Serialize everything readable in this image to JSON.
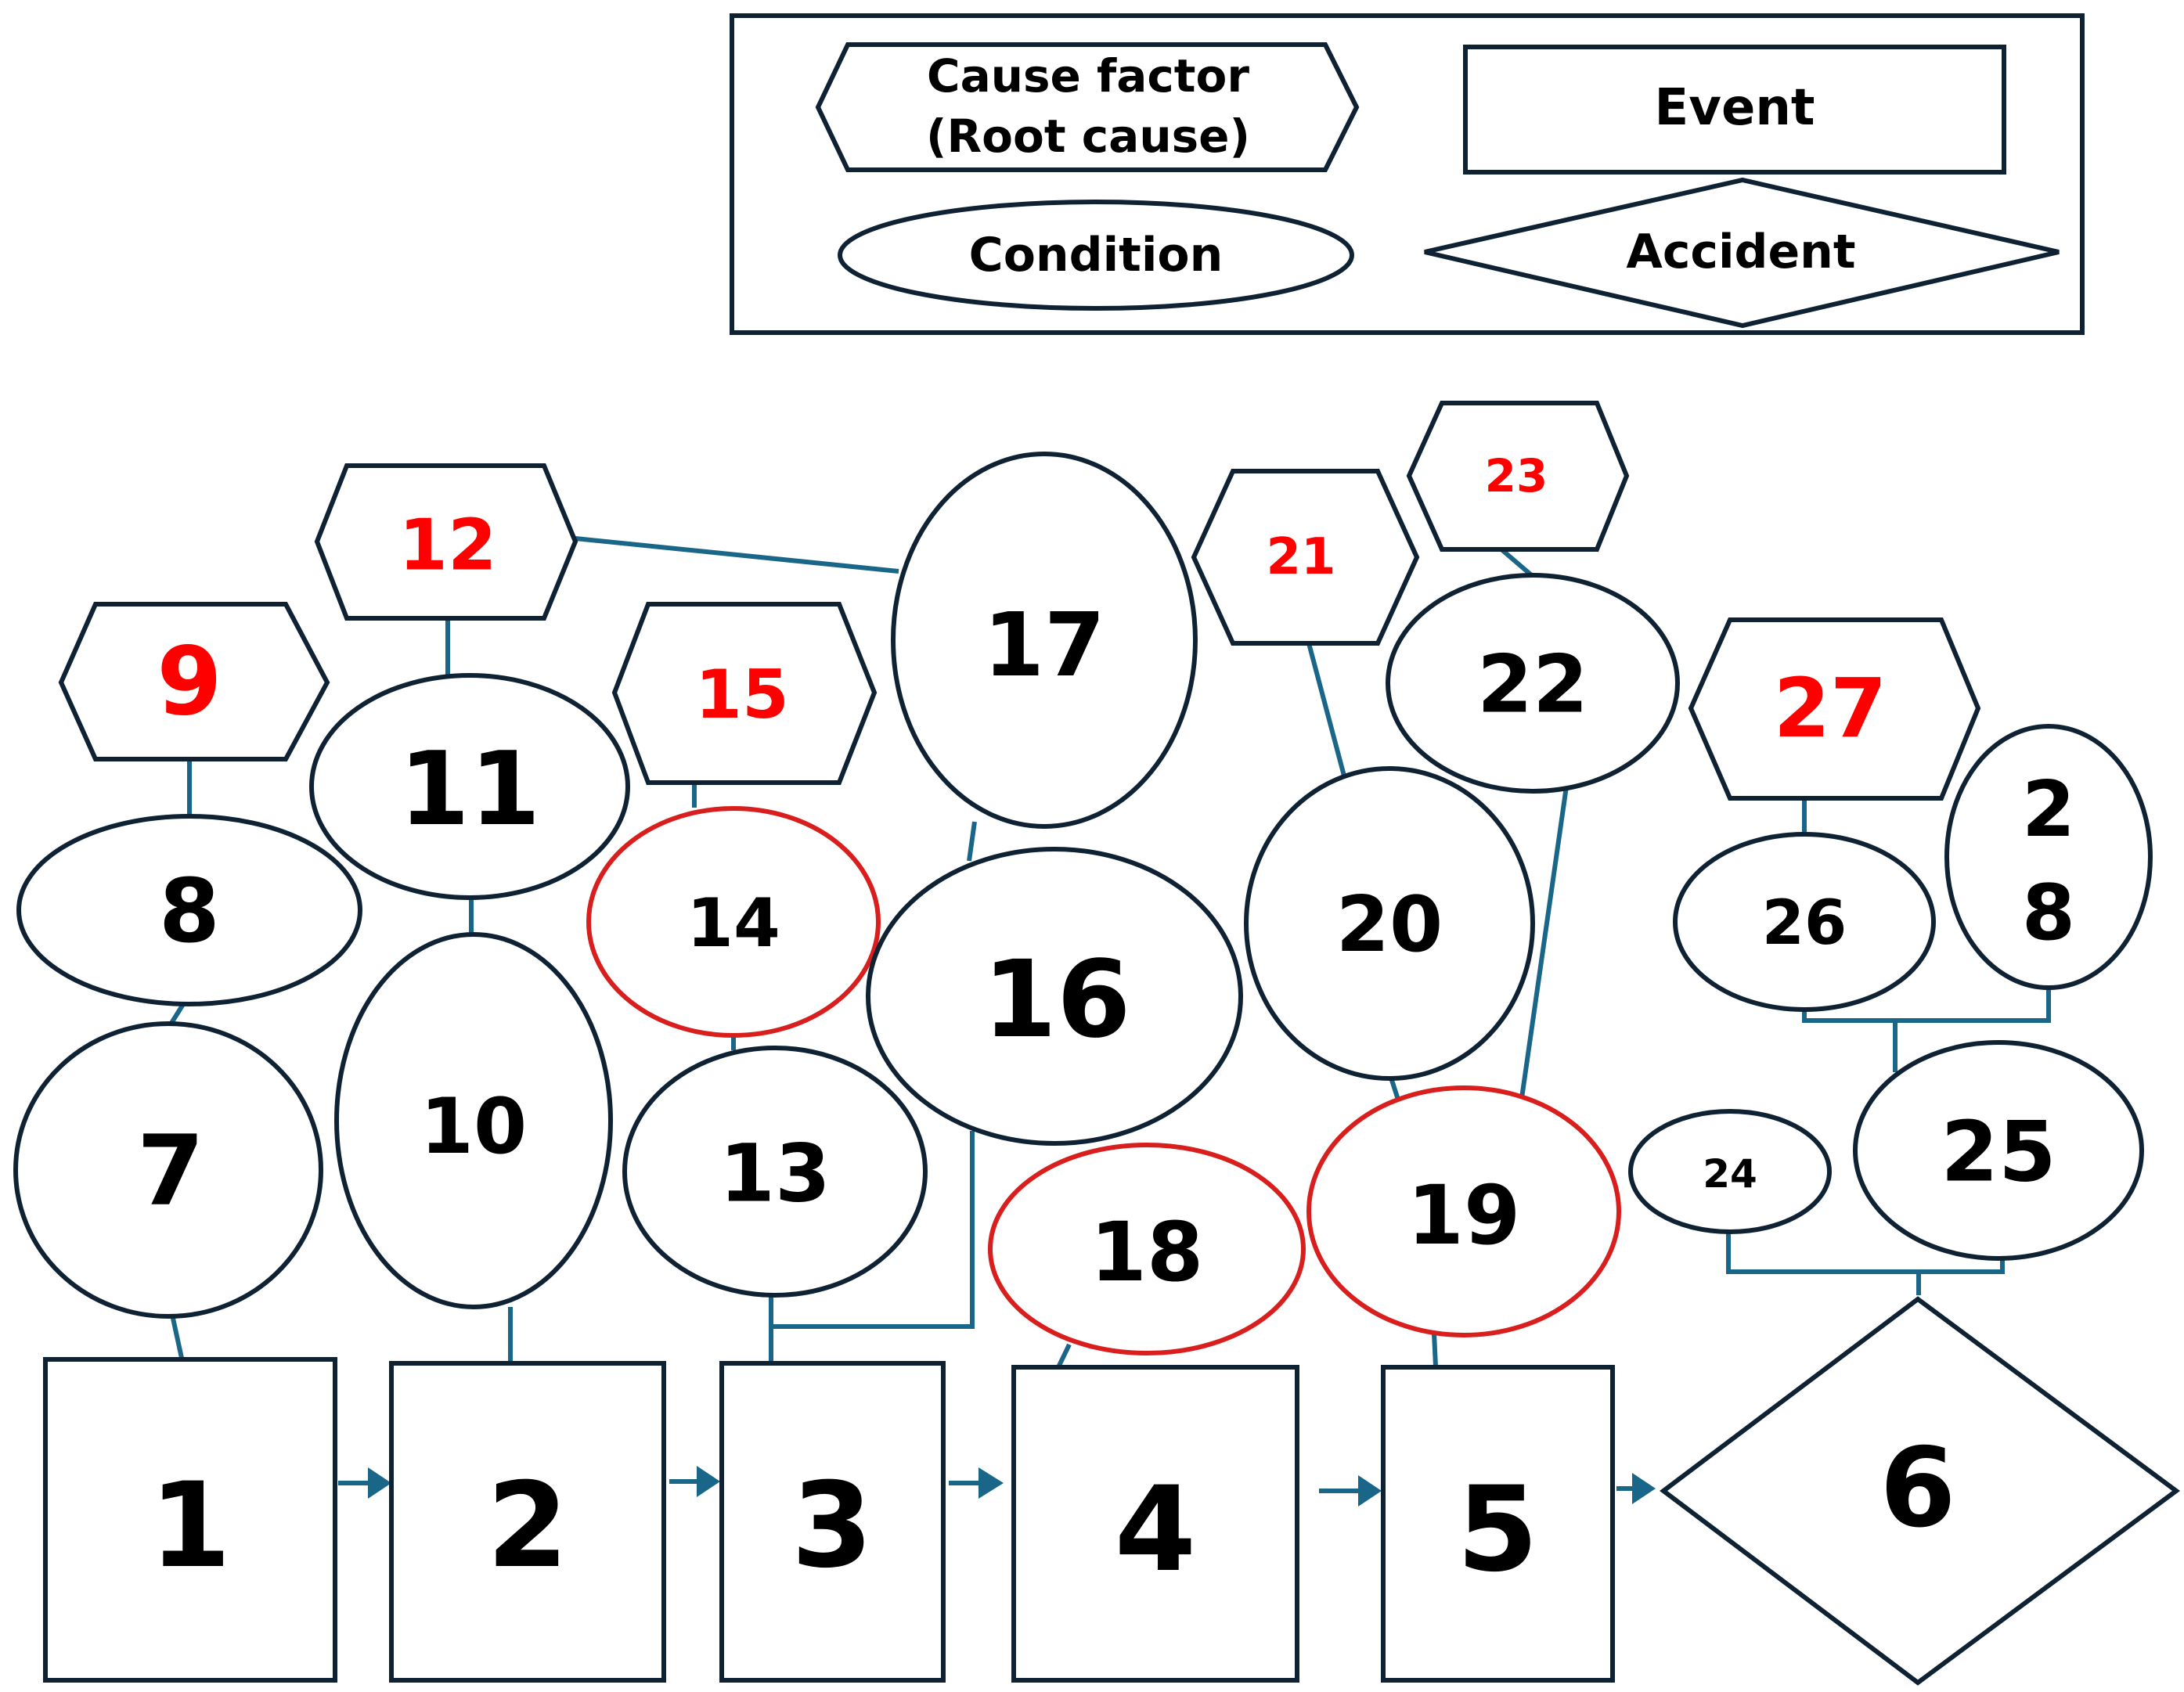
{
  "colors": {
    "outline": "#0f2233",
    "connector": "#1a6688",
    "root_text": "#ff0000",
    "root_highlight": "#d91e1e",
    "text": "#000000"
  },
  "legend": {
    "cause_factor_line1": "Cause factor",
    "cause_factor_line2": "(Root cause)",
    "event": "Event",
    "condition": "Condition",
    "accident": "Accident"
  },
  "events": [
    "1",
    "2",
    "3",
    "4",
    "5"
  ],
  "accident": "6",
  "conditions": {
    "c7": "7",
    "c8": "8",
    "c10": "10",
    "c11": "11",
    "c13": "13",
    "c14": "14",
    "c16": "16",
    "c17": "17",
    "c18": "18",
    "c19": "19",
    "c20": "20",
    "c22": "22",
    "c24": "24",
    "c25": "25",
    "c26": "26",
    "c28_line1": "2",
    "c28_line2": "8"
  },
  "root_causes": {
    "r9": "9",
    "r12": "12",
    "r15": "15",
    "r21": "21",
    "r23": "23",
    "r27": "27"
  }
}
